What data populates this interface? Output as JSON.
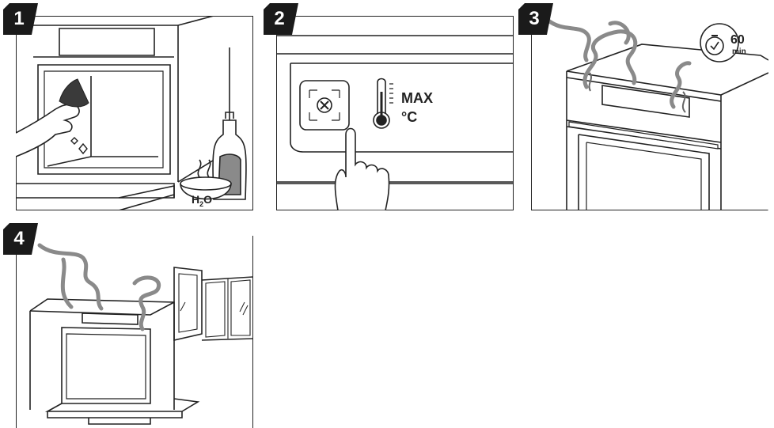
{
  "steps": [
    {
      "number": "1",
      "label_h2o": "H",
      "label_h2o_sub": "2",
      "label_h2o_end": "O"
    },
    {
      "number": "2",
      "max_label": "MAX",
      "unit_label": "°C"
    },
    {
      "number": "3",
      "timer_value": "60",
      "timer_unit": "min"
    },
    {
      "number": "4"
    }
  ],
  "icons": {
    "step1": [
      "cloth-icon",
      "hand-icon",
      "sparkle-icon",
      "detergent-bottle-icon",
      "water-bowl-icon",
      "oven-icon"
    ],
    "step2": [
      "fan-button-icon",
      "thermometer-icon",
      "finger-press-icon"
    ],
    "step3": [
      "smoke-icon",
      "oven-icon",
      "clock-icon"
    ],
    "step4": [
      "smoke-icon",
      "oven-icon",
      "open-window-icon"
    ]
  },
  "colors": {
    "badge": "#1a1a1a",
    "line": "#222222",
    "smoke": "#8a8a8a",
    "cloth": "#3a3a3a"
  }
}
